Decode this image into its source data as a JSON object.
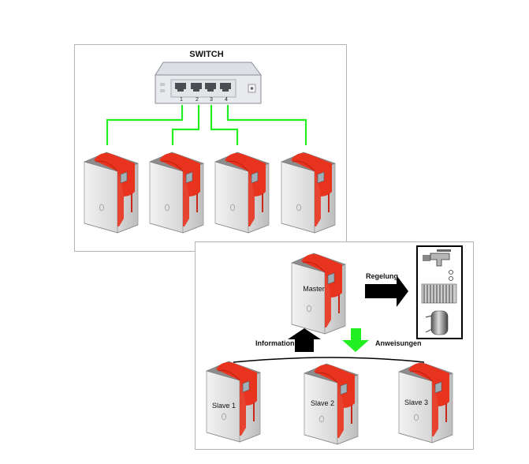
{
  "switch_panel": {
    "title": "SWITCH",
    "ports": [
      "1",
      "2",
      "3",
      "4"
    ],
    "cable_color": "#22ee22",
    "boilers": [
      {
        "label": ""
      },
      {
        "label": ""
      },
      {
        "label": ""
      },
      {
        "label": ""
      }
    ]
  },
  "master_panel": {
    "master": {
      "label": "Master"
    },
    "slaves": [
      {
        "label": "Slave 1"
      },
      {
        "label": "Slave 2"
      },
      {
        "label": "Slave 3"
      }
    ],
    "arrows": {
      "control": {
        "label": "Regelung",
        "color": "#000000"
      },
      "information": {
        "label": "Information",
        "color": "#000000"
      },
      "instructions": {
        "label": "Anweisungen",
        "color": "#22ee22"
      }
    },
    "consumers": [
      {
        "icon": "water-tap-icon"
      },
      {
        "icon": "radiator-icon"
      },
      {
        "icon": "storage-tank-icon"
      }
    ]
  },
  "colors": {
    "boiler_red": "#e8331f",
    "boiler_body": "#ebebeb",
    "boiler_top": "#8c8c8c",
    "border": "#b4b4b4",
    "switch_body": "#dcdfe4"
  }
}
